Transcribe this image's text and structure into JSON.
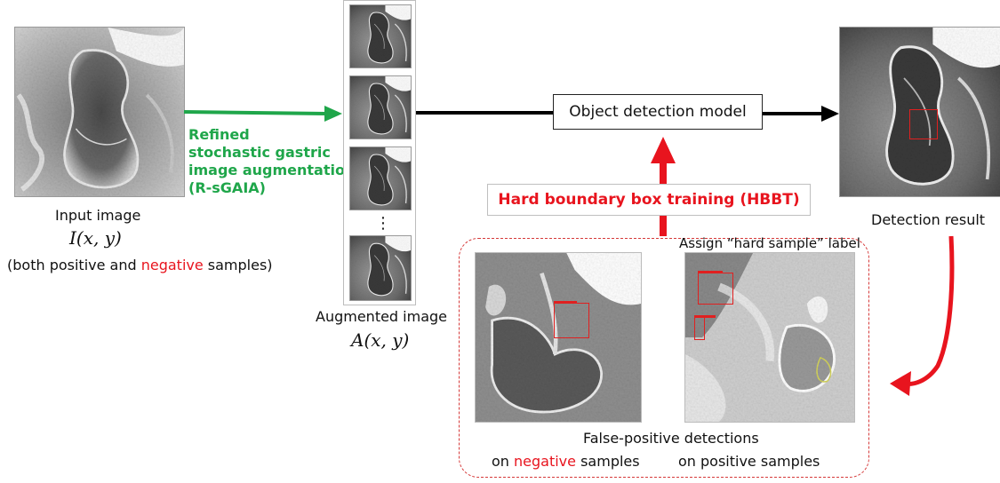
{
  "labels": {
    "input_image": "Input image",
    "input_formula": "I(x, y)",
    "samples_prefix": "(both positive and ",
    "samples_negative": "negative",
    "samples_suffix": " samples)",
    "aug_line1": "Refined",
    "aug_line2": "stochastic gastric",
    "aug_line3": "image augmentation",
    "aug_line4": "(R-sGAIA)",
    "augmented_image": "Augmented image",
    "augmented_formula": "A(x, y)",
    "dots": "⋮",
    "object_detection_model": "Object detection model",
    "hbbt": "Hard boundary box training (HBBT)",
    "assign_label": "Assign “hard sample” label",
    "detection_result": "Detection result",
    "false_positive": "False-positive detections",
    "on_neg_prefix": "on ",
    "on_neg_word": "negative",
    "on_neg_suffix": " samples",
    "on_positive": "on positive samples"
  },
  "colors": {
    "highlight_red": "#e8141e",
    "augmentation_green": "#1fa64a",
    "arrow_black": "#000000"
  }
}
